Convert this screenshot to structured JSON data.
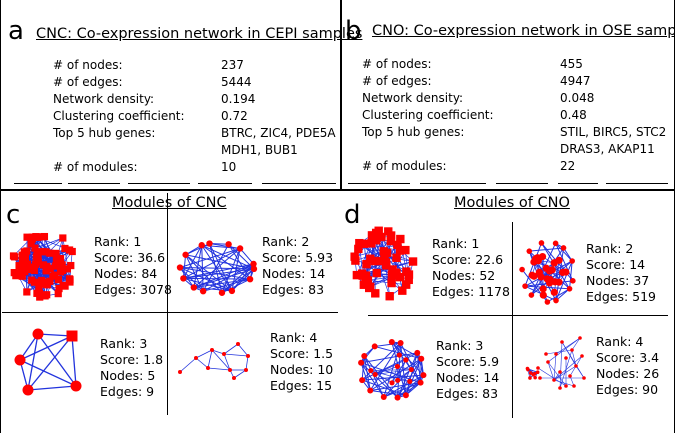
{
  "panels": {
    "a": {
      "letter": "a",
      "title": "CNC: Co-expression network in CEPI samples",
      "stats": [
        {
          "label": "# of nodes:",
          "value": "237"
        },
        {
          "label": "# of edges:",
          "value": "5444"
        },
        {
          "label": "Network density:",
          "value": "0.194"
        },
        {
          "label": "Clustering coefficient:",
          "value": "0.72"
        },
        {
          "label": "Top 5 hub genes:",
          "value": "BTRC, ZIC4, PDE5A",
          "value2": "MDH1, BUB1"
        },
        {
          "label": "# of modules:",
          "value": "10"
        }
      ]
    },
    "b": {
      "letter": "b",
      "title": "CNO: Co-expression network in OSE samples",
      "stats": [
        {
          "label": "# of nodes:",
          "value": "455"
        },
        {
          "label": "# of edges:",
          "value": "4947"
        },
        {
          "label": "Network density:",
          "value": "0.048"
        },
        {
          "label": "Clustering coefficient:",
          "value": "0.48"
        },
        {
          "label": "Top 5 hub genes:",
          "value": "STIL, BIRC5, STC2",
          "value2": "DRAS3, AKAP11"
        },
        {
          "label": "# of modules:",
          "value": "22"
        }
      ]
    },
    "c": {
      "letter": "c",
      "title": "Modules of CNC",
      "modules": [
        {
          "rank": "Rank: 1",
          "score": "Score: 36.6",
          "nodes": "Nodes: 84",
          "edges": "Edges: 3078"
        },
        {
          "rank": "Rank: 2",
          "score": "Score: 5.93",
          "nodes": "Nodes: 14",
          "edges": "Edges: 83"
        },
        {
          "rank": "Rank: 3",
          "score": "Score: 1.8",
          "nodes": "Nodes: 5",
          "edges": "Edges: 9"
        },
        {
          "rank": "Rank: 4",
          "score": "Score: 1.5",
          "nodes": "Nodes: 10",
          "edges": "Edges: 15"
        }
      ]
    },
    "d": {
      "letter": "d",
      "title": "Modules of CNO",
      "modules": [
        {
          "rank": "Rank: 1",
          "score": "Score: 22.6",
          "nodes": "Nodes: 52",
          "edges": "Edges: 1178"
        },
        {
          "rank": "Rank: 2",
          "score": "Score: 14",
          "nodes": "Nodes: 37",
          "edges": "Edges: 519"
        },
        {
          "rank": "Rank: 3",
          "score": "Score: 5.9",
          "nodes": "Nodes: 14",
          "edges": "Edges: 83"
        },
        {
          "rank": "Rank: 4",
          "score": "Score: 3.4",
          "nodes": "Nodes: 26",
          "edges": "Edges: 90"
        }
      ]
    }
  },
  "colors": {
    "node": "#ff0000",
    "edge": "#2233dd",
    "border": "#000000"
  }
}
